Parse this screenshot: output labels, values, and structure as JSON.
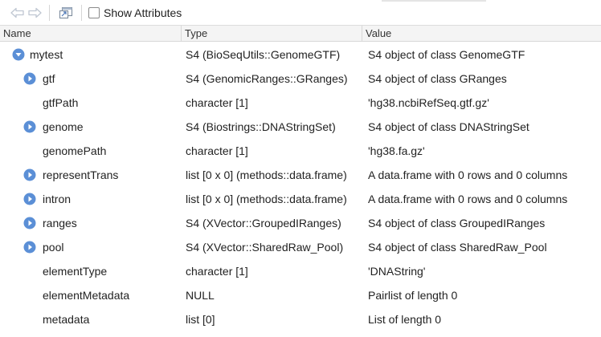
{
  "toolbar": {
    "back_icon": "arrow-left-icon",
    "forward_icon": "arrow-right-icon",
    "popout_icon": "popout-window-icon",
    "show_attributes_label": "Show Attributes",
    "show_attributes_checked": false
  },
  "columns": {
    "name": "Name",
    "type": "Type",
    "value": "Value"
  },
  "rows": [
    {
      "name": "mytest",
      "type": "S4 (BioSeqUtils::GenomeGTF)",
      "value": "S4 object of class GenomeGTF",
      "level": 0,
      "expander": "expanded"
    },
    {
      "name": "gtf",
      "type": "S4 (GenomicRanges::GRanges)",
      "value": "S4 object of class GRanges",
      "level": 1,
      "expander": "collapsed"
    },
    {
      "name": "gtfPath",
      "type": "character [1]",
      "value": "'hg38.ncbiRefSeq.gtf.gz'",
      "level": 1,
      "expander": "none"
    },
    {
      "name": "genome",
      "type": "S4 (Biostrings::DNAStringSet)",
      "value": "S4 object of class DNAStringSet",
      "level": 1,
      "expander": "collapsed"
    },
    {
      "name": "genomePath",
      "type": "character [1]",
      "value": "'hg38.fa.gz'",
      "level": 1,
      "expander": "none"
    },
    {
      "name": "representTrans",
      "type": "list [0 x 0] (methods::data.frame)",
      "value": "A data.frame with 0 rows and 0 columns",
      "level": 1,
      "expander": "collapsed"
    },
    {
      "name": "intron",
      "type": "list [0 x 0] (methods::data.frame)",
      "value": "A data.frame with 0 rows and 0 columns",
      "level": 1,
      "expander": "collapsed"
    },
    {
      "name": "ranges",
      "type": "S4 (XVector::GroupedIRanges)",
      "value": "S4 object of class GroupedIRanges",
      "level": 1,
      "expander": "collapsed"
    },
    {
      "name": "pool",
      "type": "S4 (XVector::SharedRaw_Pool)",
      "value": "S4 object of class SharedRaw_Pool",
      "level": 1,
      "expander": "collapsed"
    },
    {
      "name": "elementType",
      "type": "character [1]",
      "value": "'DNAString'",
      "level": 1,
      "expander": "none"
    },
    {
      "name": "elementMetadata",
      "type": "NULL",
      "value": "Pairlist of length 0",
      "level": 1,
      "expander": "none"
    },
    {
      "name": "metadata",
      "type": "list [0]",
      "value": "List of length 0",
      "level": 1,
      "expander": "none"
    }
  ],
  "colors": {
    "expander": "#5b8fd6",
    "header_bg": "#f4f4f4"
  }
}
